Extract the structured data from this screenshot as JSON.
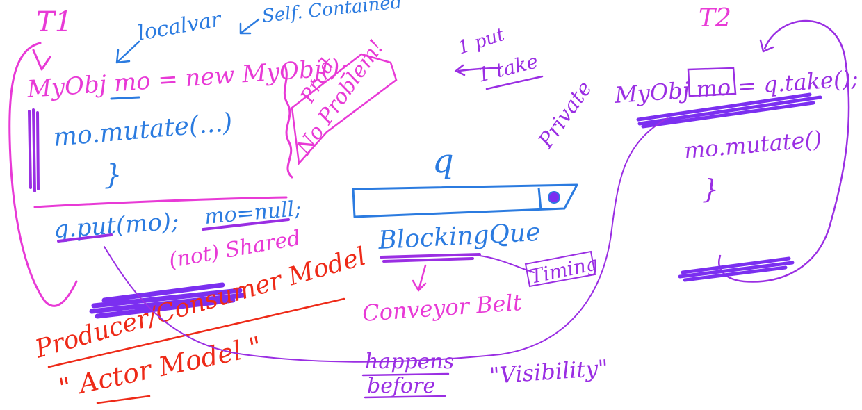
{
  "colors": {
    "pink": "#e83ad6",
    "blue": "#2b7be0",
    "purple": "#9a2ee3",
    "red": "#ee2a18",
    "bar": "#7b2ff0"
  },
  "thread1": {
    "label": "T1",
    "note_local": "localvar",
    "note_self_contained": "Self. Contained",
    "decl_line": "MyObj mo = new MyObj();",
    "mutate_line": "mo.mutate(...)",
    "brace": "}",
    "put_line": "q.put(mo);",
    "null_line": "mo=null;",
    "not_shared": "(not) Shared",
    "no_problem": "No Problem!",
    "prod": "Prod"
  },
  "queue": {
    "name": "q",
    "label": "BlockingQue",
    "one_put": "1 put",
    "one_take": "1 take",
    "conveyor": "Conveyor Belt",
    "timing": "Timing",
    "private": "Private"
  },
  "thread2": {
    "label": "T2",
    "take_line": "MyObj mo = q.take();",
    "mutate_line": "mo.mutate()",
    "brace": "}"
  },
  "models": {
    "producer_consumer": "Producer/Consumer Model",
    "actor": "\" Actor Model \"",
    "happens_before_1": "happens",
    "happens_before_2": "before",
    "visibility": "\"Visibility\""
  }
}
